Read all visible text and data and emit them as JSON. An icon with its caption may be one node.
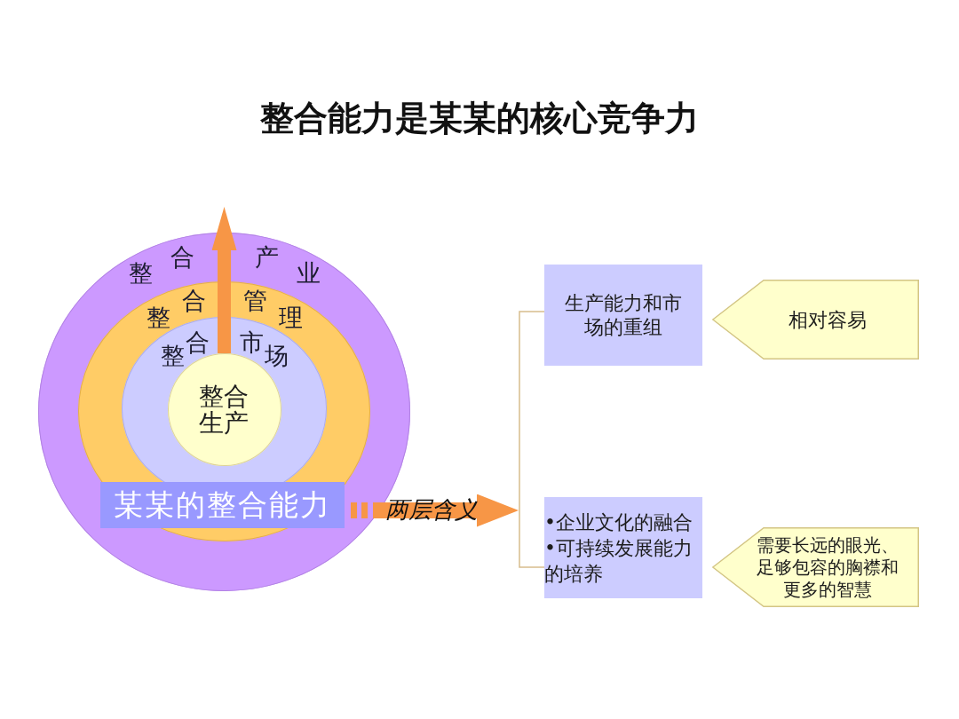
{
  "diagram": {
    "title": "整合能力是某某的核心竞争力",
    "nodes": [
      {
        "text": [
          "整合产业"
        ]
      },
      {
        "text": [
          "整合管理"
        ],
        "in": 0
      },
      {
        "text": [
          "整合市场"
        ],
        "in": 1
      },
      {
        "text": [
          "整合生产"
        ],
        "in": 2
      },
      {
        "text": [
          "某某的整合能力"
        ],
        "in": 1
      },
      {
        "text": [
          "生产能力和市场的重组"
        ]
      },
      {
        "text": [
          "•企业文化的融合",
          "•可持续发展能力的培养"
        ]
      },
      {
        "text": [
          "相对容易"
        ]
      },
      {
        "text": [
          "需要长远的眼光、足够包容的胸襟和更多的智慧"
        ]
      }
    ],
    "edges": [
      {
        "from": 3,
        "to": null,
        "arrow": "to"
      },
      {
        "from": 4,
        "to": null,
        "arrow": "to",
        "label": "两层含义"
      }
    ]
  }
}
